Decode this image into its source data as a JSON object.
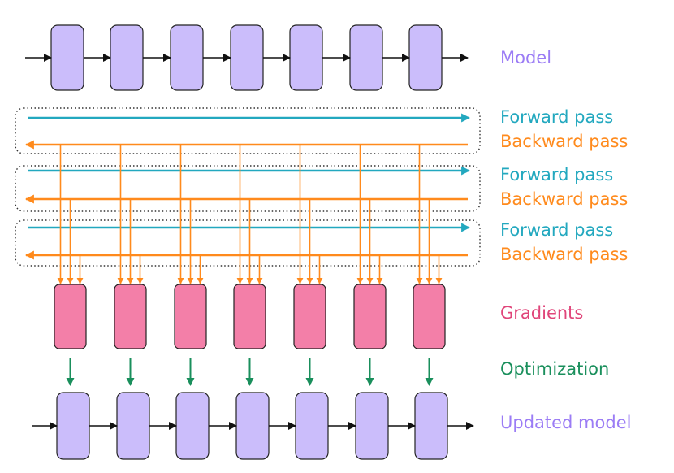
{
  "labels": {
    "model": "Model",
    "passes": [
      {
        "forward": "Forward pass",
        "backward": "Backward pass"
      },
      {
        "forward": "Forward pass",
        "backward": "Backward pass"
      },
      {
        "forward": "Forward pass",
        "backward": "Backward pass"
      }
    ],
    "gradients": "Gradients",
    "optimization": "Optimization",
    "updated_model": "Updated model"
  },
  "colors": {
    "model_fill": "#cbbdfb",
    "model_text": "#9b7cf5",
    "forward": "#22a8bf",
    "backward": "#ff8a1c",
    "gradient_fill": "#f37fa8",
    "gradient_text": "#e0457a",
    "optimization": "#1a8f5c",
    "connector": "#111111",
    "group_border": "#333333"
  },
  "layer_count": 7,
  "pass_count": 3
}
